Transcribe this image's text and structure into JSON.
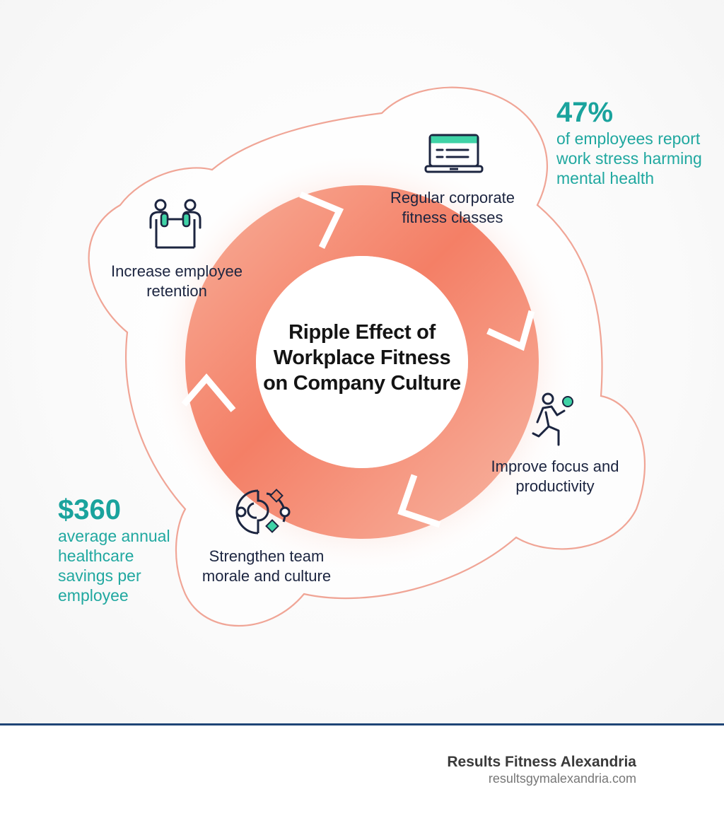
{
  "title": {
    "line1": "Ripple Effect of",
    "line2": "Workplace Fitness",
    "line3": "on Company Culture"
  },
  "cycle_steps": [
    {
      "label_line1": "Regular corporate",
      "label_line2": "fitness classes",
      "icon": "laptop-icon"
    },
    {
      "label_line1": "Improve  focus and",
      "label_line2": "productivity",
      "icon": "running-person-ball-icon"
    },
    {
      "label_line1": "Strengthen team",
      "label_line2": "morale and culture",
      "icon": "team-network-icon"
    },
    {
      "label_line1": "Increase employee",
      "label_line2": "retention",
      "icon": "two-people-handshake-icon"
    }
  ],
  "stats": [
    {
      "value": "47%",
      "line1": "of employees report",
      "line2": "work stress harming",
      "line3": "mental health"
    },
    {
      "value": "$360",
      "line1": "average annual",
      "line2": "healthcare",
      "line3": "savings per",
      "line4": "employee"
    }
  ],
  "footer": {
    "brand_name": "Results Fitness Alexandria",
    "brand_url": "resultsgymalexandria.com"
  },
  "colors": {
    "ring": "#f48a72",
    "ring_light": "#f9b9a8",
    "cloud_outline": "#f0a596",
    "stat_teal": "#1aa39d",
    "icon_navy": "#1c2540",
    "icon_teal": "#3fd3a6",
    "icon_orange": "#f08060",
    "footer_rule": "#1f4576"
  }
}
